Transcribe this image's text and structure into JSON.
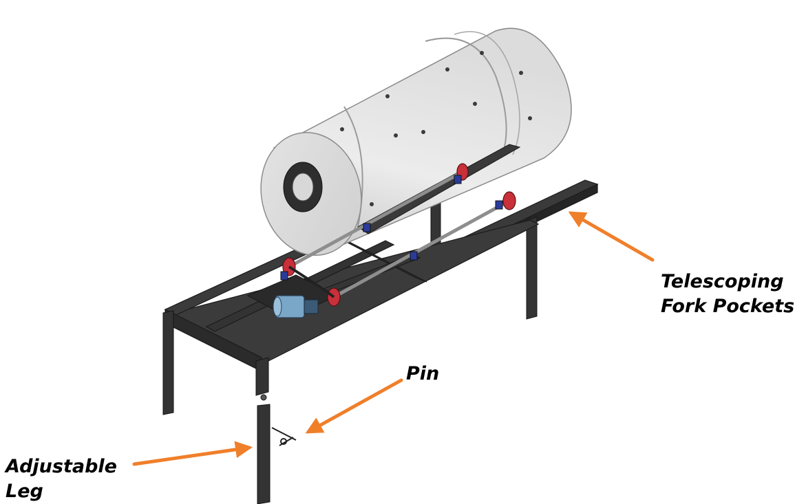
{
  "labels": {
    "telescoping_line1": "Telescoping",
    "telescoping_line2": "Fork Pockets",
    "pin": "Pin",
    "leg_line1": "Adjustable",
    "leg_line2": "Leg"
  },
  "colors": {
    "arrow": "#f07f2a",
    "drum_light": "#ececec",
    "drum_shadow": "#c9c9c9",
    "frame": "#3a3a3a",
    "roller_red": "#c8303a",
    "bearing_blue": "#2a3b9c",
    "motor_blue": "#7aa6c8"
  }
}
